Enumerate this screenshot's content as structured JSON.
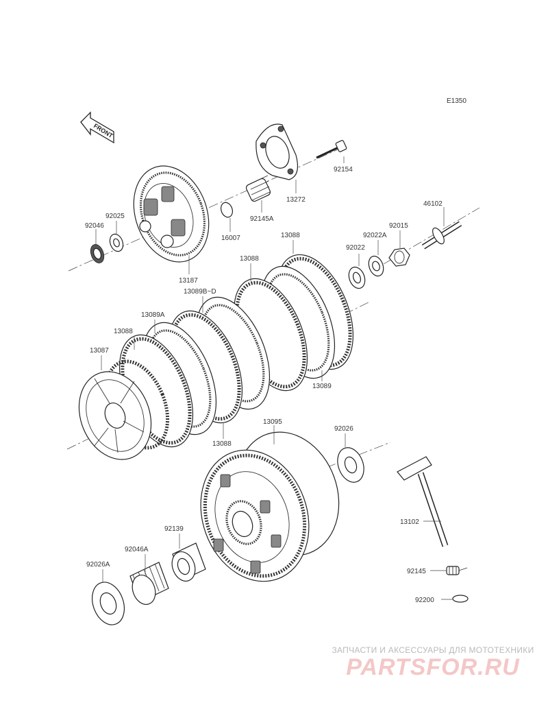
{
  "diagram": {
    "code": "E1350",
    "front_marker": "FRONT",
    "parts": [
      {
        "id": "p92154",
        "label": "92154"
      },
      {
        "id": "p13272",
        "label": "13272"
      },
      {
        "id": "p92145A",
        "label": "92145A"
      },
      {
        "id": "p16007",
        "label": "16007"
      },
      {
        "id": "p92025",
        "label": "92025"
      },
      {
        "id": "p92046",
        "label": "92046"
      },
      {
        "id": "p13187",
        "label": "13187"
      },
      {
        "id": "p46102",
        "label": "46102"
      },
      {
        "id": "p92015",
        "label": "92015"
      },
      {
        "id": "p92022A",
        "label": "92022A"
      },
      {
        "id": "p92022",
        "label": "92022"
      },
      {
        "id": "p13088a",
        "label": "13088"
      },
      {
        "id": "p13088b",
        "label": "13088"
      },
      {
        "id": "p13089BD",
        "label": "13089B~D"
      },
      {
        "id": "p13089A",
        "label": "13089A"
      },
      {
        "id": "p13088c",
        "label": "13088"
      },
      {
        "id": "p13087",
        "label": "13087"
      },
      {
        "id": "p13089",
        "label": "13089"
      },
      {
        "id": "p13088d",
        "label": "13088"
      },
      {
        "id": "p13095",
        "label": "13095"
      },
      {
        "id": "p92026",
        "label": "92026"
      },
      {
        "id": "p13102",
        "label": "13102"
      },
      {
        "id": "p92139",
        "label": "92139"
      },
      {
        "id": "p92046A",
        "label": "92046A"
      },
      {
        "id": "p92026A",
        "label": "92026A"
      },
      {
        "id": "p92145",
        "label": "92145"
      },
      {
        "id": "p92200",
        "label": "92200"
      }
    ]
  },
  "watermark": {
    "line1": "ЗАПЧАСТИ И АКСЕССУАРЫ ДЛЯ МОТОТЕХНИКИ",
    "line2": "PARTSFOR.RU",
    "color": "#f4c7c7"
  }
}
